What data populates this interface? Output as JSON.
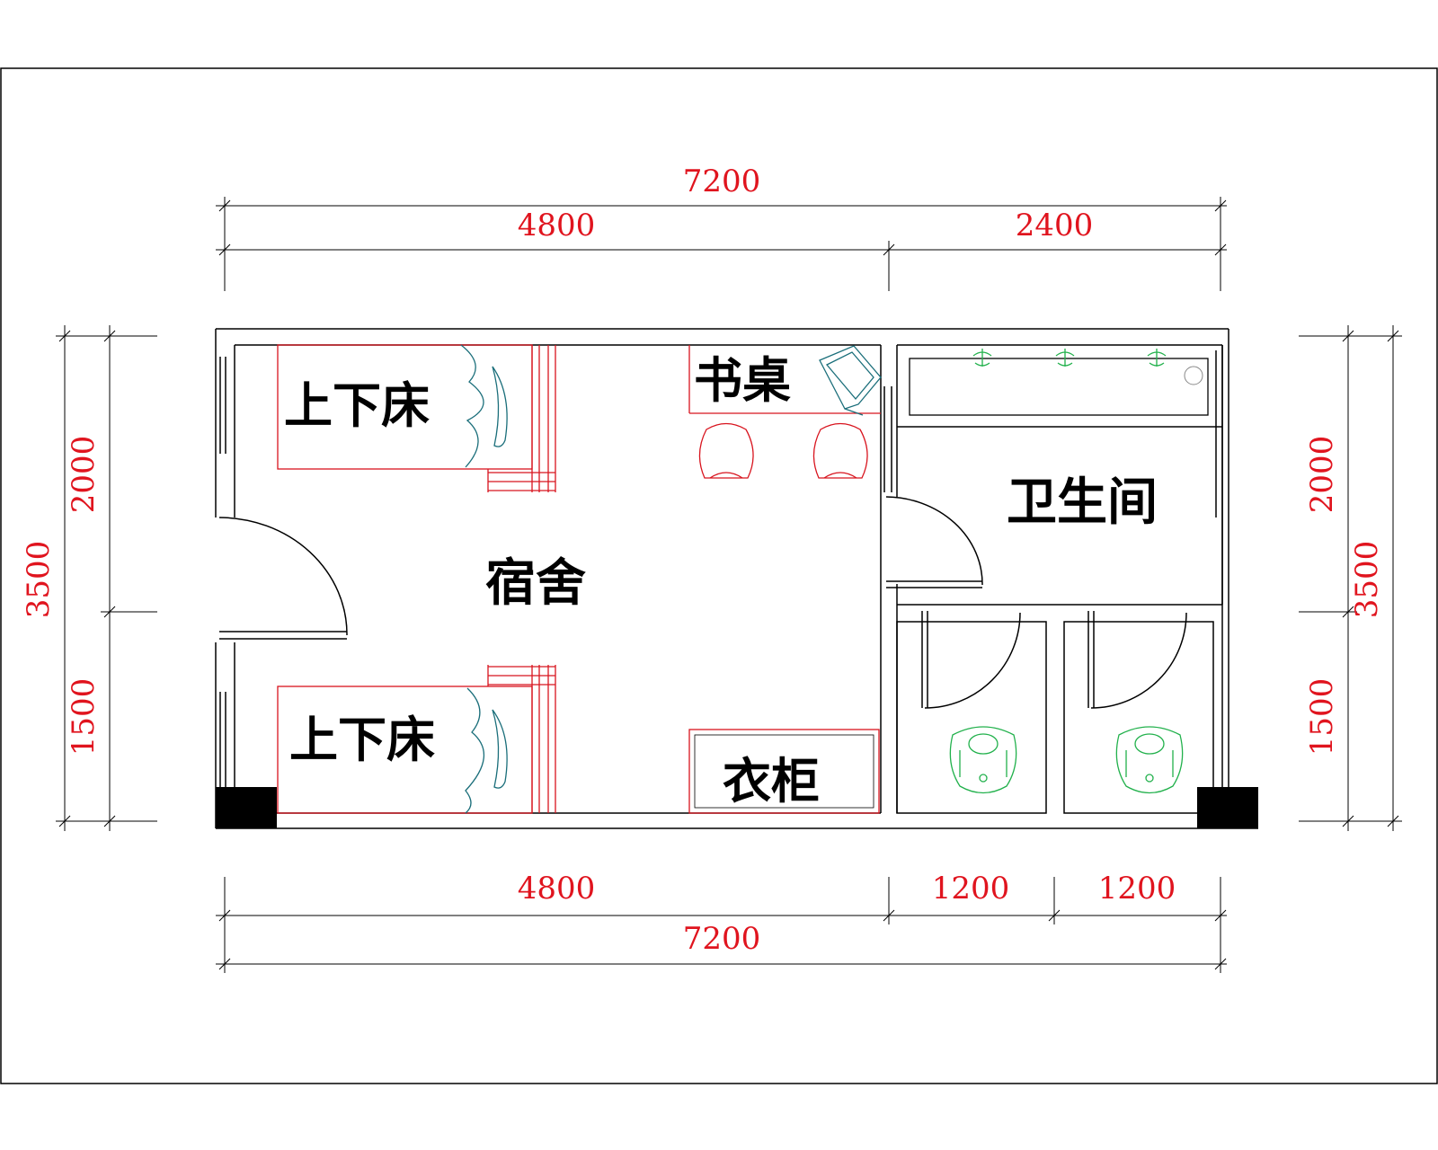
{
  "colors": {
    "dimension": "#e0141e",
    "furniture": "#d8141e",
    "fixture": "#22b14c",
    "accent": "#1a6e7a",
    "wall": "#000000"
  },
  "dimensions": {
    "top_total": "7200",
    "top_left": "4800",
    "top_right": "2400",
    "bottom_left": "4800",
    "bottom_mid": "1200",
    "bottom_right": "1200",
    "bottom_total": "7200",
    "left_total": "3500",
    "left_upper": "2000",
    "left_lower": "1500",
    "right_upper": "2000",
    "right_total": "3500",
    "right_lower": "1500"
  },
  "rooms": {
    "bunk_bed_top": "上下床",
    "bunk_bed_bottom": "上下床",
    "desk": "书桌",
    "dormitory": "宿舍",
    "wardrobe": "衣柜",
    "bathroom": "卫生间"
  }
}
